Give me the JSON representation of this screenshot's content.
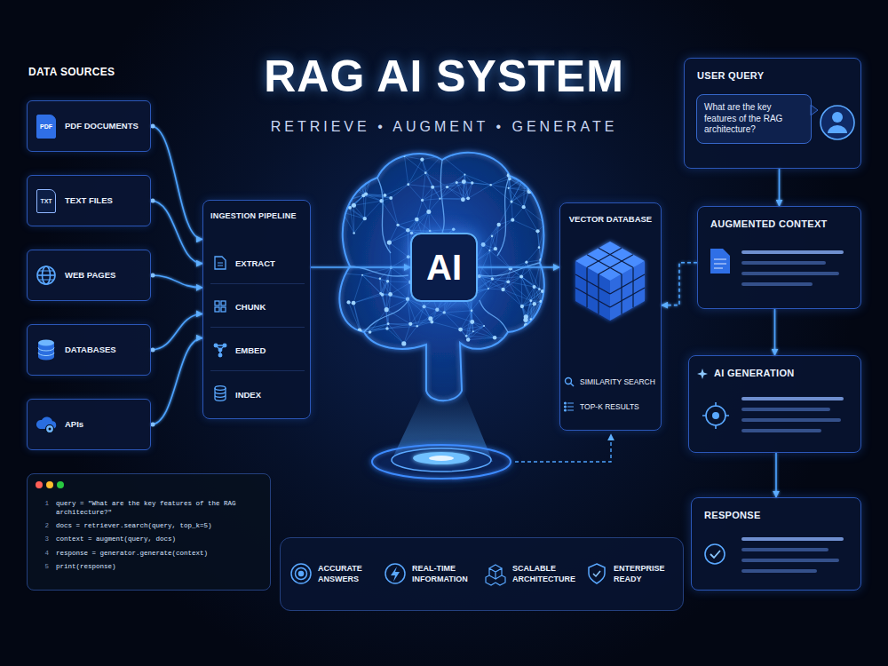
{
  "diagram": {
    "title": "RAG AI SYSTEM",
    "nodes": [
      {
        "text": [
          "PDF",
          "PDF DOCUMENTS"
        ]
      },
      {
        "text": [
          "TXT",
          "TEXT FILES"
        ]
      },
      {
        "text": [
          "WEB PAGES"
        ]
      },
      {
        "text": [
          "DATABASES"
        ]
      },
      {
        "text": [
          "APIs"
        ]
      },
      {
        "text": [
          "INGESTION PIPELINE"
        ]
      },
      {
        "text": [
          "EXTRACT"
        ],
        "in": 5
      },
      {
        "text": [
          "CHUNK"
        ],
        "in": 5
      },
      {
        "text": [
          "EMBED"
        ],
        "in": 5
      },
      {
        "text": [
          "INDEX"
        ],
        "in": 5
      },
      {
        "text": [
          "AI"
        ]
      },
      {
        "text": [
          "VECTOR DATABASE",
          "SIMILARITY SEARCH",
          "TOP-K RESULTS"
        ]
      },
      {
        "text": [
          "USER QUERY"
        ]
      },
      {
        "text": [
          "What are the key features of the RAG architecture?"
        ],
        "in": 12
      },
      {
        "text": [
          "AUGMENTED CONTEXT"
        ]
      },
      {
        "text": [
          "AI GENERATION"
        ]
      },
      {
        "text": [
          "RESPONSE"
        ]
      },
      {
        "text": [
          "1",
          "query = \"What are the key features of the RAG architecture?\"",
          "2",
          "docs = retriever.search(query, top_k=5)",
          "3",
          "context = augment(query, docs)",
          "4",
          "response = generator.generate(context)",
          "5",
          "print(response)"
        ]
      },
      {
        "text": [
          "ACCURATE ANSWERS",
          "REAL-TIME INFORMATION",
          "SCALABLE ARCHITECTURE",
          "ENTERPRISE READY"
        ]
      }
    ],
    "edges": [
      {
        "from": 0,
        "to": 5,
        "arrow": "to"
      },
      {
        "from": 1,
        "to": 5,
        "arrow": "to"
      },
      {
        "from": 2,
        "to": 5,
        "arrow": "to"
      },
      {
        "from": 3,
        "to": 5,
        "arrow": "to"
      },
      {
        "from": 4,
        "to": 5,
        "arrow": "to"
      },
      {
        "from": 5,
        "to": 10,
        "arrow": "to"
      },
      {
        "from": 10,
        "to": 11,
        "arrow": "to"
      },
      {
        "from": 12,
        "to": 14,
        "arrow": "to"
      },
      {
        "from": 14,
        "to": 15,
        "arrow": "to"
      },
      {
        "from": 15,
        "to": 16,
        "arrow": "to"
      },
      {
        "from": 14,
        "to": 11,
        "arrow": "to"
      }
    ],
    "labels": [
      "DATA SOURCES",
      "RETRIEVE • AUGMENT • GENERATE"
    ]
  }
}
